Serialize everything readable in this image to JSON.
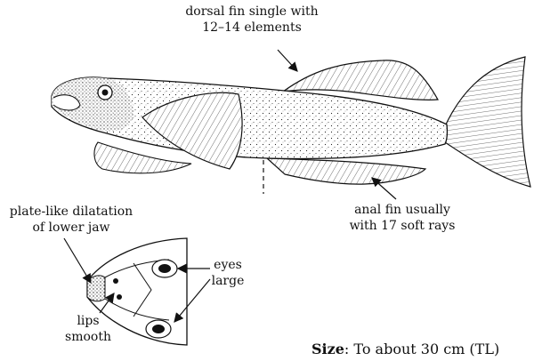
{
  "labels": {
    "dorsal_fin": {
      "line1": "dorsal fin single with",
      "line2": "12–14 elements"
    },
    "anal_fin": {
      "line1": "anal fin usually",
      "line2": "with 17 soft rays"
    },
    "lower_jaw": {
      "line1": "plate-like dilatation",
      "line2": "of lower jaw"
    },
    "eyes": {
      "line1": "eyes",
      "line2": "large"
    },
    "lips": {
      "line1": "lips",
      "line2": "smooth"
    }
  },
  "size": {
    "label": "Size",
    "text": ": To about 30 cm (TL)"
  },
  "colors": {
    "ink": "#111111",
    "background": "#ffffff"
  }
}
